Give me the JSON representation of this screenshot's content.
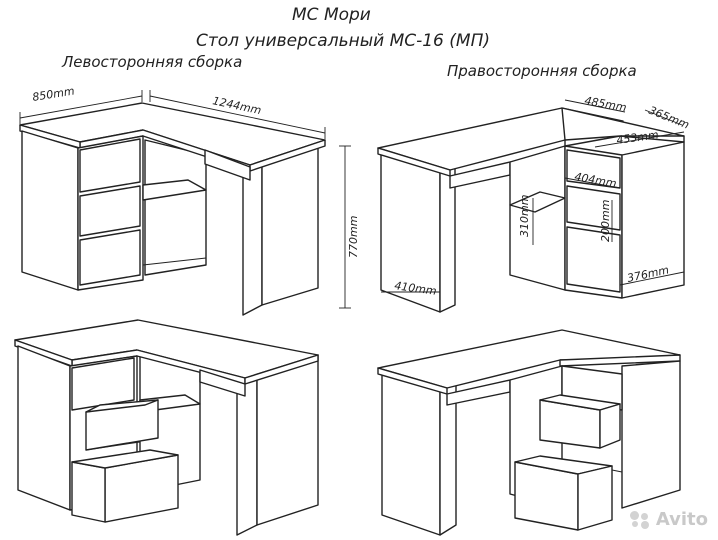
{
  "titles": {
    "brand": "МС Мори",
    "product": "Стол универсальный МС-16 (МП)",
    "left_assembly": "Левосторонняя сборка",
    "right_assembly": "Правосторонняя сборка"
  },
  "dimensions": {
    "left_depth": "850mm",
    "left_length": "1244mm",
    "height": "770mm",
    "right_depth_top": "485mm",
    "right_side_top": "365mm",
    "right_drawer_width": "453mm",
    "right_inner_width": "404mm",
    "right_shelf_height": "310mm",
    "right_drawer_height": "200mm",
    "right_leg_width": "410mm",
    "right_bottom_width": "376mm"
  },
  "watermark": {
    "text": "Avito",
    "icon": "avito-dots-icon"
  }
}
